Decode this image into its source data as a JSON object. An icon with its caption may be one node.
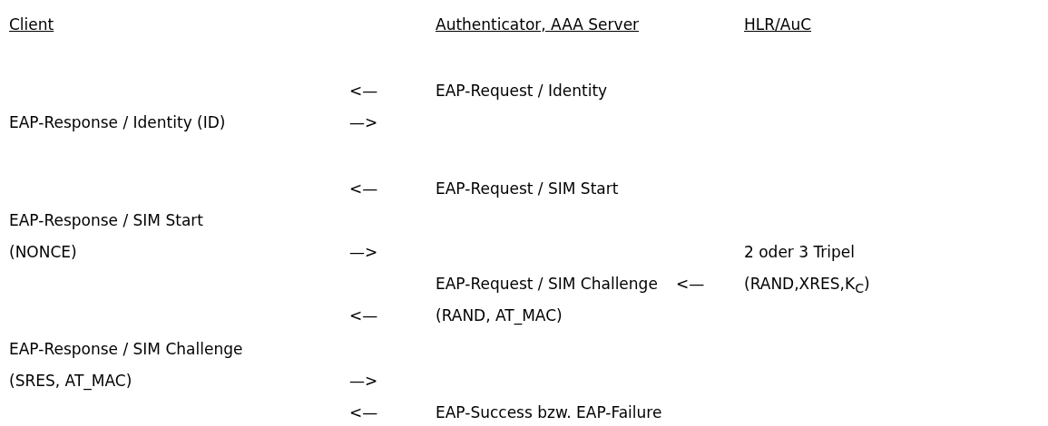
{
  "diagram": {
    "labels": [
      "Client",
      "Authenticator, AAA Server",
      "HLR/AuC",
      "<—",
      "EAP-Request / Identity",
      "EAP-Response / Identity (ID)",
      "—>",
      "<—",
      "EAP-Request / SIM Start",
      "EAP-Response / SIM Start (NONCE)",
      "—>",
      "2 oder 3 Tripel (RAND,XRES,K$_{C}$)",
      "EAP-Request / SIM Challenge (RAND, AT_MAC)",
      "<—",
      "<—",
      "EAP-Response / SIM Challenge (SRES, AT_MAC)",
      "—>",
      "<—",
      "EAP-Success bzw. EAP-Failure"
    ]
  }
}
